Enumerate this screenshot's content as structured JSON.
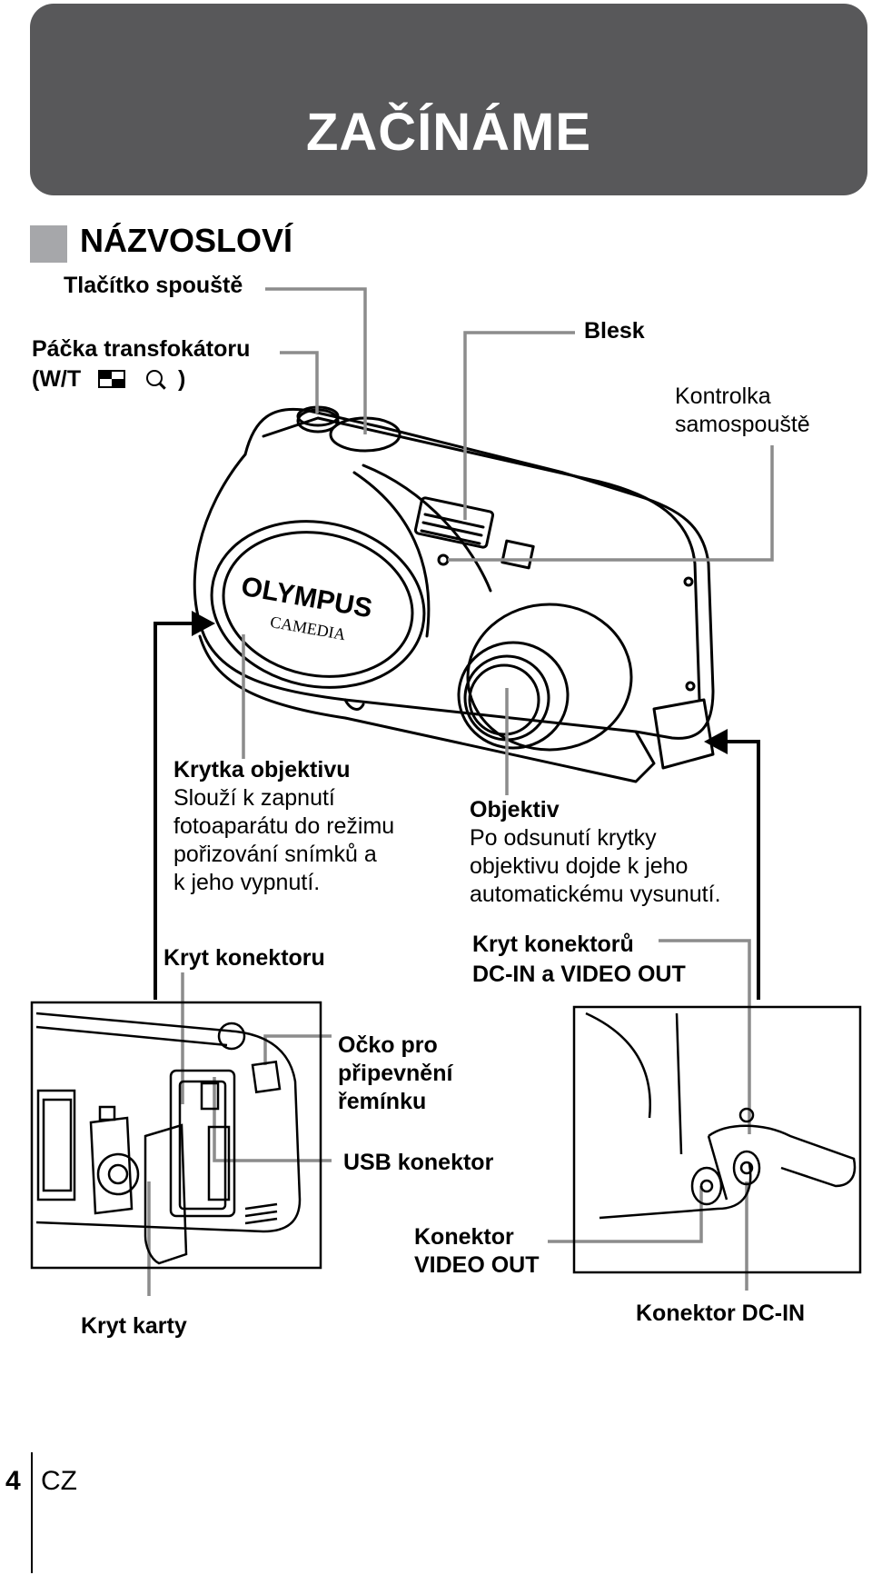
{
  "header": {
    "title": "ZAČÍNÁME"
  },
  "section": {
    "title": "NÁZVOSLOVÍ"
  },
  "labels": {
    "shutter": "Tlačítko spouště",
    "zoom_line1": "Páčka transfokátoru",
    "zoom_line2_prefix": "(W/T",
    "zoom_line2_suffix": ")",
    "flash": "Blesk",
    "selftimer_line1": "Kontrolka",
    "selftimer_line2": "samospouště",
    "lens_cover_title": "Krytka objektivu",
    "lens_cover_desc": [
      "Slouží k zapnutí",
      "fotoaparátu do režimu",
      "pořizování snímků a",
      "k jeho vypnutí."
    ],
    "lens_title": "Objektiv",
    "lens_desc": [
      "Po odsunutí krytky",
      "objektivu dojde k jeho",
      "automatickému vysunutí."
    ],
    "connector_cover": "Kryt konektoru",
    "dcin_video_cover_line1": "Kryt konektorů",
    "dcin_video_cover_line2": "DC-IN a VIDEO OUT",
    "strap_eyelet": [
      "Očko pro",
      "připevnění",
      "řemínku"
    ],
    "usb": "USB konektor",
    "video_out_line1": "Konektor",
    "video_out_line2": "VIDEO OUT",
    "card_cover": "Kryt karty",
    "dcin": "Konektor DC-IN"
  },
  "camera": {
    "brand": "OLYMPUS",
    "model": "CAMEDIA"
  },
  "icons": {
    "wide": "grid-icon",
    "tele": "magnifier-icon"
  },
  "footer": {
    "page": "4",
    "lang": "CZ"
  },
  "colors": {
    "banner": "#58585a",
    "square": "#a6a7aa",
    "leader": "#8c8c8c"
  }
}
